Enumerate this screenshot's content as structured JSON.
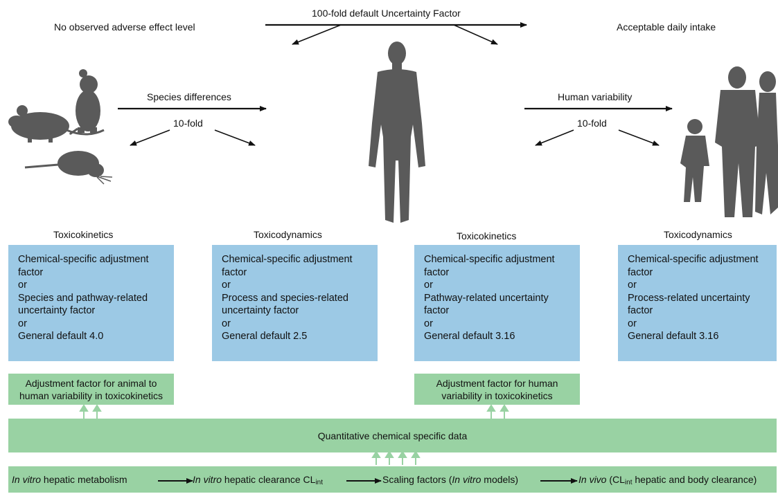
{
  "top": {
    "uncertainty_title": "100-fold default Uncertainty Factor",
    "noael": "No observed adverse effect level",
    "adi": "Acceptable daily intake",
    "species_differences": "Species differences",
    "human_variability": "Human variability",
    "fold_left": "10-fold",
    "fold_right": "10-fold"
  },
  "headers": [
    "Toxicokinetics",
    "Toxicodynamics",
    "Toxicokinetics",
    "Toxicodynamics"
  ],
  "boxes": [
    {
      "lines": [
        "Chemical-specific adjustment",
        "factor",
        "or",
        "Species and pathway-related",
        "uncertainty factor",
        "or",
        "General default 4.0"
      ]
    },
    {
      "lines": [
        "Chemical-specific adjustment",
        "factor",
        "or",
        "Process and species-related",
        "uncertainty factor",
        "or",
        "General default 2.5"
      ]
    },
    {
      "lines": [
        "Chemical-specific adjustment",
        "factor",
        "or",
        "Pathway-related uncertainty",
        "factor",
        "or",
        "General default 3.16"
      ]
    },
    {
      "lines": [
        "Chemical-specific adjustment",
        "factor",
        "or",
        "Process-related uncertainty",
        "factor",
        "or",
        "General default 3.16"
      ]
    }
  ],
  "adjust_left": [
    "Adjustment factor for animal to",
    "human variability in toxicokinetics"
  ],
  "adjust_right": [
    "Adjustment factor for human",
    "variability in toxicokinetics"
  ],
  "quant_data": "Quantitative chemical specific data",
  "bottom": {
    "item1_italic": "In vitro",
    "item1_rest": " hepatic metabolism",
    "item2_italic": "In vitro",
    "item2_rest": " hepatic clearance CL",
    "item2_sub": "int",
    "item3_pre": "Scaling factors (",
    "item3_italic": "In vitro",
    "item3_post": " models)",
    "item4_italic": "In vivo",
    "item4_pre": " (CL",
    "item4_sub": "int",
    "item4_post": "  hepatic and body clearance)"
  },
  "colors": {
    "blue_box": "#9cc9e5",
    "green_box": "#99d2a3",
    "silhouette": "#5a5a5a",
    "arrow_green": "#99d2a3"
  },
  "icons": [
    "rodents-silhouette",
    "human-silhouette",
    "family-silhouette"
  ]
}
